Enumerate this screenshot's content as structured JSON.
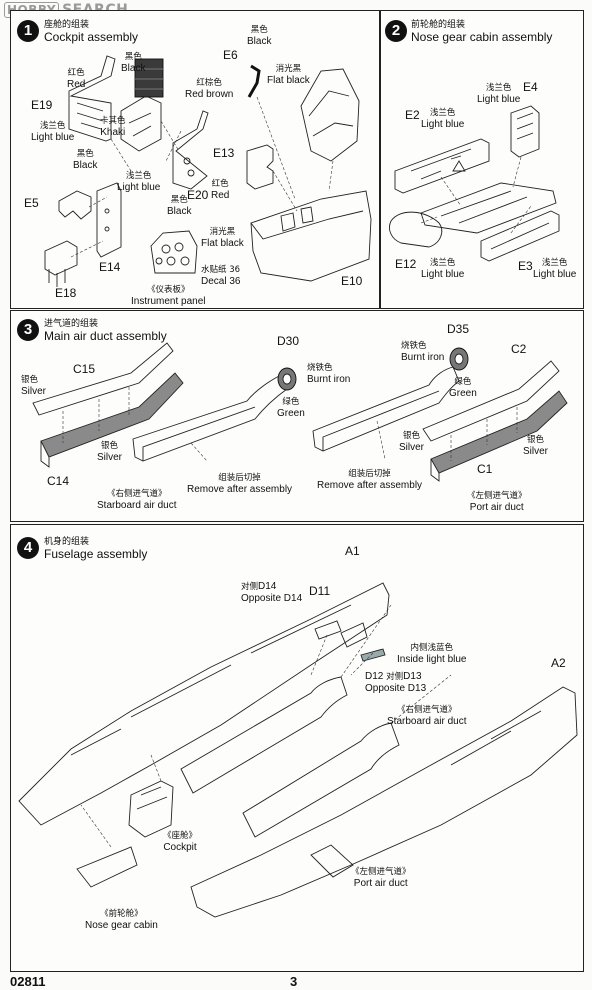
{
  "logo": {
    "badge": "HOBBY",
    "text": "SEARCH"
  },
  "steps": [
    {
      "num": "1",
      "zh": "座舱的组装",
      "en": "Cockpit assembly"
    },
    {
      "num": "2",
      "zh": "前轮舱的组装",
      "en": "Nose gear cabin assembly"
    },
    {
      "num": "3",
      "zh": "进气道的组装",
      "en": "Main air duct assembly"
    },
    {
      "num": "4",
      "zh": "机身的组装",
      "en": "Fuselage assembly"
    }
  ],
  "step1": {
    "parts": [
      "E19",
      "E5",
      "E18",
      "E14",
      "E20",
      "E6",
      "E13",
      "E10"
    ],
    "colors": [
      {
        "zh": "黑色",
        "en": "Black"
      },
      {
        "zh": "红色",
        "en": "Red"
      },
      {
        "zh": "红棕色",
        "en": "Red brown"
      },
      {
        "zh": "卡其色",
        "en": "Khaki"
      },
      {
        "zh": "浅兰色",
        "en": "Light blue"
      },
      {
        "zh": "黑色",
        "en": "Black"
      },
      {
        "zh": "浅兰色",
        "en": "Light blue"
      },
      {
        "zh": "红色",
        "en": "Red"
      },
      {
        "zh": "黑色",
        "en": "Black"
      },
      {
        "zh": "黑色",
        "en": "Black"
      },
      {
        "zh": "消光黑",
        "en": "Flat black"
      },
      {
        "zh": "消光黑",
        "en": "Flat black"
      }
    ],
    "decal": {
      "zh": "水贴纸",
      "num": "36",
      "en": "Decal 36"
    },
    "instrument": {
      "zh": "《仪表板》",
      "en": "Instrument panel"
    }
  },
  "step2": {
    "parts": [
      "E4",
      "E2",
      "E12",
      "E3"
    ],
    "colors": [
      {
        "zh": "浅兰色",
        "en": "Light blue"
      },
      {
        "zh": "浅兰色",
        "en": "Light blue"
      },
      {
        "zh": "浅兰色",
        "en": "Light blue"
      },
      {
        "zh": "浅兰色",
        "en": "Light blue"
      }
    ]
  },
  "step3": {
    "parts": [
      "C15",
      "C14",
      "D30",
      "D35",
      "C2",
      "C1"
    ],
    "silver": {
      "zh": "银色",
      "en": "Silver"
    },
    "burnt": {
      "zh": "烧铁色",
      "en": "Burnt iron"
    },
    "green": {
      "zh": "绿色",
      "en": "Green"
    },
    "remove": {
      "zh": "组装后切掉",
      "en": "Remove after assembly"
    },
    "starboard": {
      "zh": "《右侧进气道》",
      "en": "Starboard air duct"
    },
    "port": {
      "zh": "《左侧进气道》",
      "en": "Port air duct"
    }
  },
  "step4": {
    "parts": [
      "A1",
      "A2",
      "D11"
    ],
    "opp14": {
      "zh": "对侧",
      "part": "D14",
      "en": "Opposite D14"
    },
    "opp13": {
      "part": "D12",
      "zh": "对侧",
      "part2": "D13",
      "en": "Opposite D13"
    },
    "inside": {
      "zh": "内侧浅蓝色",
      "en": "Inside light blue"
    },
    "starboard": {
      "zh": "《右侧进气道》",
      "en": "Starboard air duct"
    },
    "port": {
      "zh": "《左侧进气道》",
      "en": "Port air duct"
    },
    "cockpit": {
      "zh": "《座舱》",
      "en": "Cockpit"
    },
    "nose": {
      "zh": "《前轮舱》",
      "en": "Nose gear cabin"
    }
  },
  "footer": {
    "code": "02811",
    "page": "3"
  }
}
